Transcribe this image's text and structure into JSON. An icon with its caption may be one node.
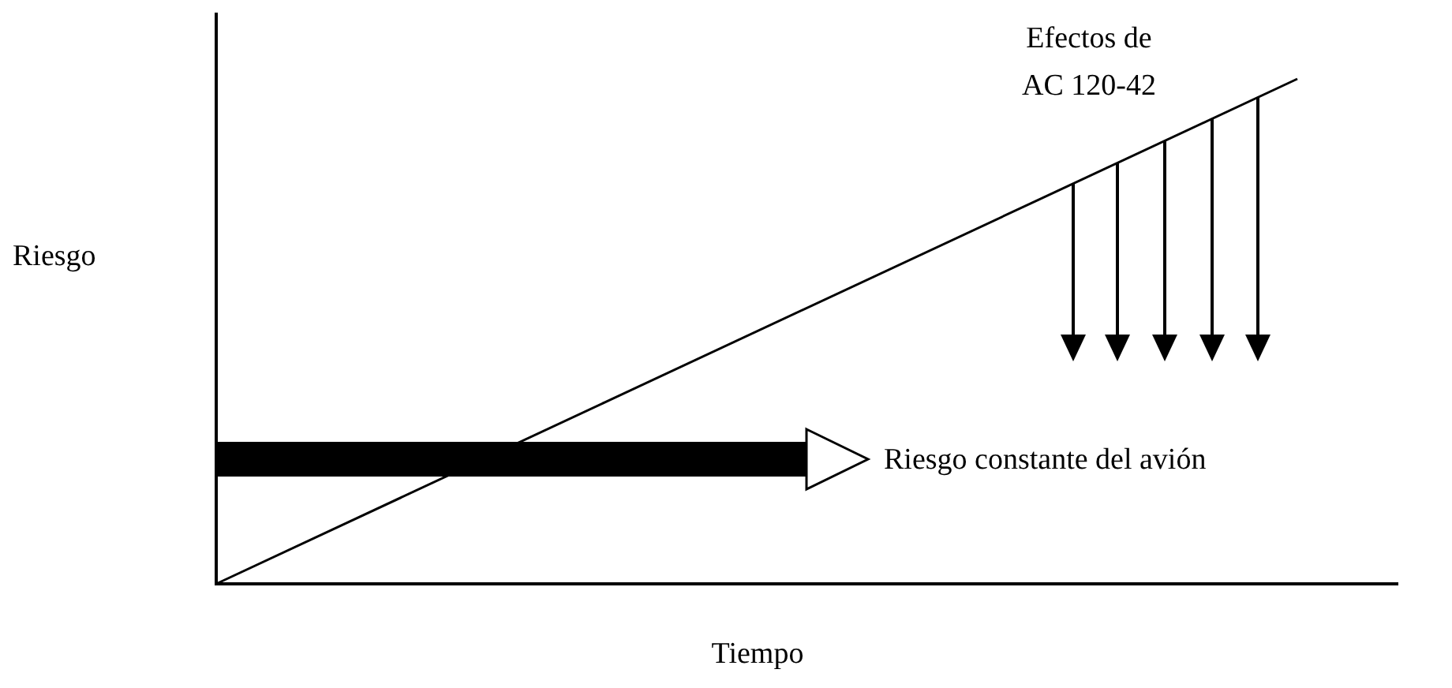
{
  "diagram": {
    "labels": [
      "Efectos de AC 120-42",
      "Riesgo",
      "Riesgo constante del avión",
      "Tiempo"
    ]
  }
}
